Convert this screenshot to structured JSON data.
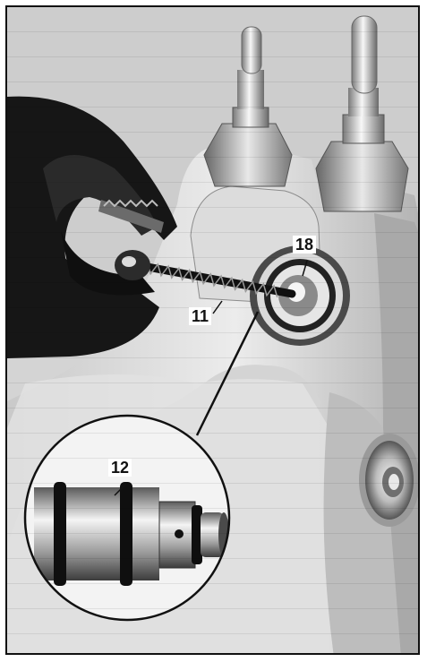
{
  "callouts": {
    "c18": "18",
    "c11": "11",
    "c12": "12"
  },
  "colors": {
    "background": "#d9d9d9",
    "metal_dark": "#1a1a1a",
    "metal_light": "#f2f2f2",
    "body_gray": "#cfcfcf"
  }
}
